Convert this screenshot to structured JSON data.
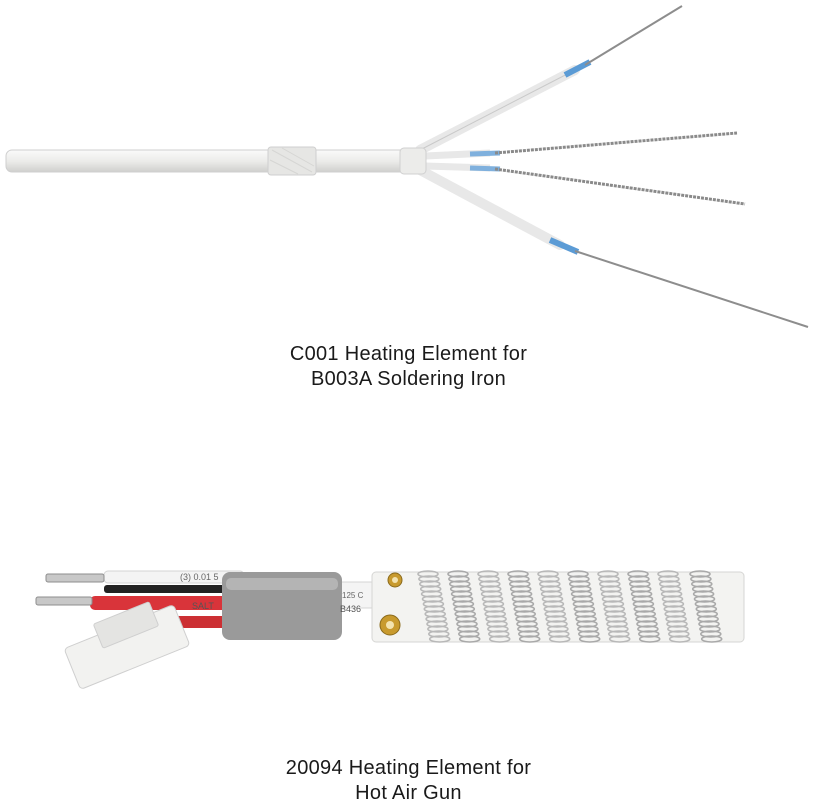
{
  "products": [
    {
      "caption_line1": "C001 Heating Element for",
      "caption_line2": "B003A Soldering Iron"
    },
    {
      "caption_line1": "20094 Heating Element for",
      "caption_line2": "Hot Air Gun",
      "sleeve_print_1": "(3) 0.01 5",
      "sleeve_print_2": "SALT",
      "sleeve_print_3": "B436",
      "sleeve_print_4": "125 C"
    }
  ],
  "colors": {
    "ceramic_white": "#f2f2f0",
    "fiber_blue": "#5b9bd5",
    "wire_steel": "#8d8d8d",
    "sleeve_gray": "#9a9a9a",
    "wire_red": "#d9343a",
    "spring_silver": "#b8b8b8",
    "brass": "#c89a2e"
  }
}
